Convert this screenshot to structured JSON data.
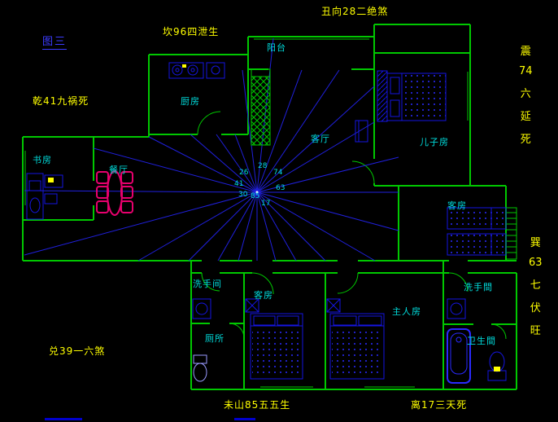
{
  "figure": {
    "label": "图三"
  },
  "annotations": {
    "kan": "坎96四泄生",
    "chou": "丑向28二绝煞",
    "qian": "乾41九祸死",
    "dui": "兑39一六煞",
    "weishan": "未山85五五生",
    "li": "离17三天死",
    "zhen": {
      "chars": [
        "震",
        "74",
        "六",
        "延",
        "死"
      ]
    },
    "xun": {
      "chars": [
        "巽",
        "63",
        "七",
        "伏",
        "旺"
      ]
    }
  },
  "rooms": {
    "balcony": "阳台",
    "kitchen": "厨房",
    "study": "书房",
    "dining": "餐厅",
    "living": "客厅",
    "sons_room": "儿子房",
    "guest_room_right": "客房",
    "washroom_left": "洗手间",
    "guest_room_bottom": "客房",
    "master_room": "主人房",
    "washroom_right": "洗手間",
    "toilet": "厕所",
    "bathroom": "卫生間"
  },
  "compass": {
    "numbers": [
      "26",
      "28",
      "74",
      "41",
      "63",
      "30",
      "85",
      "17"
    ]
  },
  "colors": {
    "background": "#000000",
    "wall_green": "#00c800",
    "furniture_blue": "#1515e0",
    "bright_blue": "#2a2aff",
    "label_cyan": "#00dcdc",
    "annotation_yellow": "#ffff00",
    "dining_magenta": "#e8006e",
    "compass_line_blue": "#2020dd",
    "figure_link_blue": "#3c3cff"
  }
}
